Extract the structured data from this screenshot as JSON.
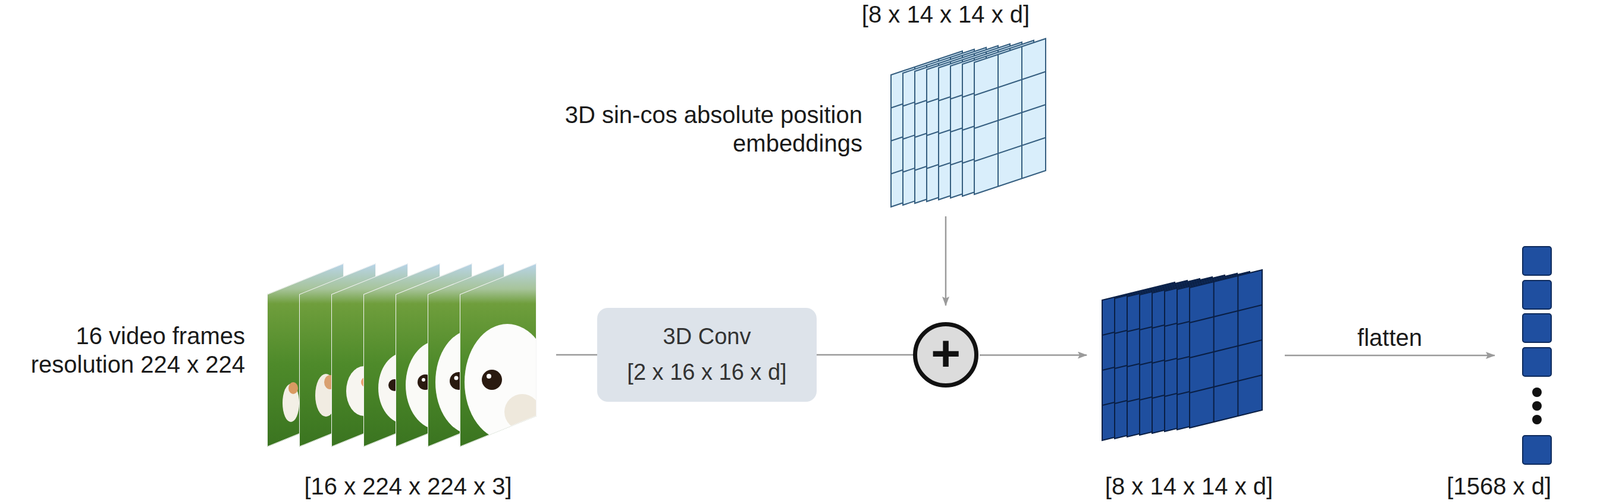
{
  "diagram": {
    "nodes": [
      {
        "text": [
          "16 video frames resolution 224 x 224",
          "[16 x 224 x 224 x 3]"
        ]
      },
      {
        "text": [
          "3D Conv",
          "[2 x 16 x 16 x d]"
        ]
      },
      {
        "text": [
          "[8 x 14 x 14 x d]",
          "3D sin-cos absolute position embeddings"
        ]
      },
      {
        "text": [
          "+"
        ]
      },
      {
        "text": [
          "[8 x 14 x 14 x d]"
        ]
      },
      {
        "text": [
          "[1568 x d]"
        ]
      }
    ],
    "edges": [
      {
        "from": 0,
        "to": 1,
        "arrow": "none"
      },
      {
        "from": 1,
        "to": 3,
        "arrow": "none"
      },
      {
        "from": 2,
        "to": 3,
        "arrow": "to"
      },
      {
        "from": 3,
        "to": 4,
        "arrow": "to"
      },
      {
        "from": 4,
        "to": 5,
        "label": "flatten",
        "arrow": "to"
      }
    ]
  }
}
